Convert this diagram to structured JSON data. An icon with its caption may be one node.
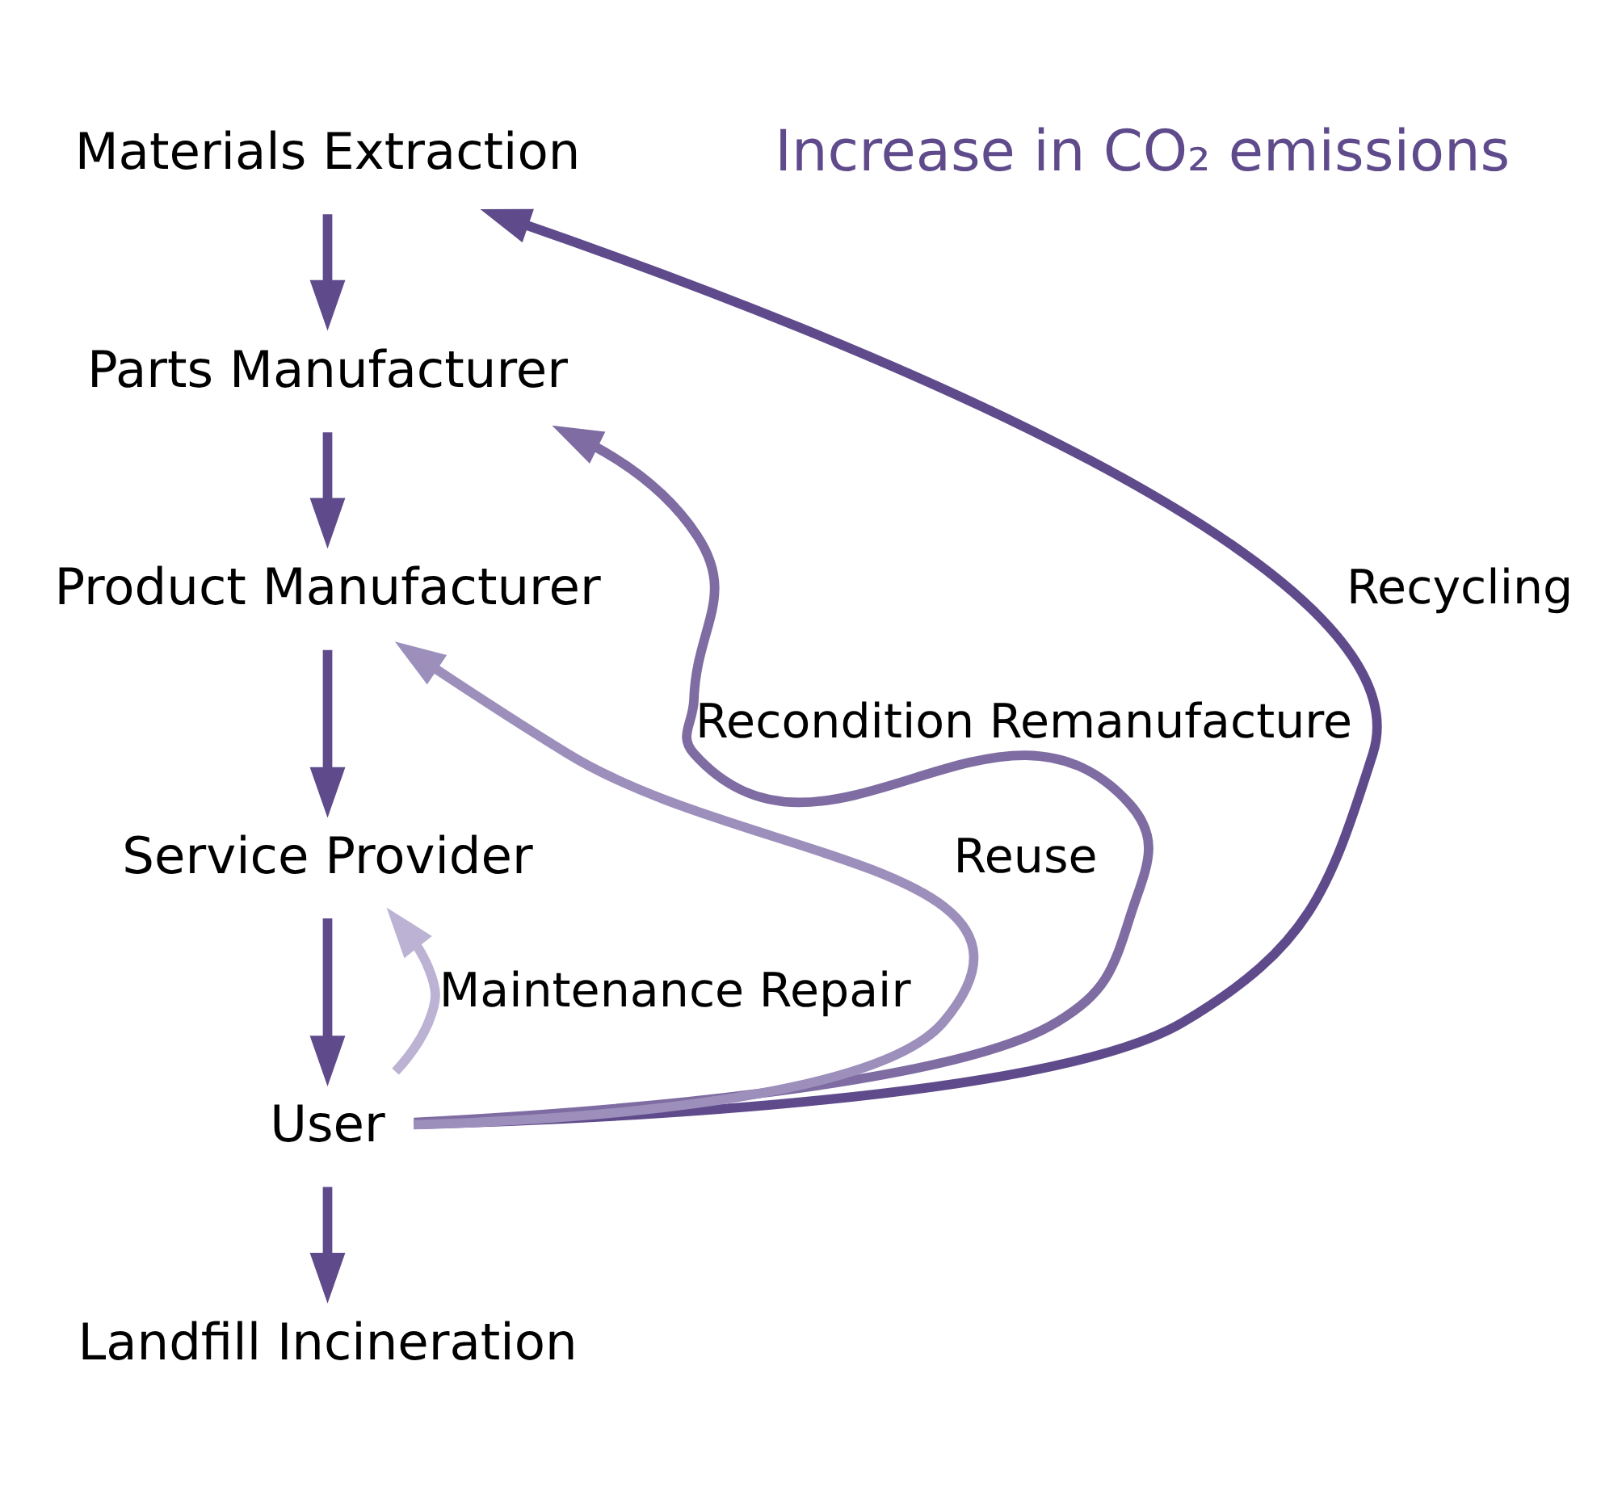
{
  "diagram": {
    "nodes": [
      {
        "text": [
          "Materials Extraction"
        ]
      },
      {
        "text": [
          "Parts Manufacturer"
        ]
      },
      {
        "text": [
          "Product Manufacturer"
        ]
      },
      {
        "text": [
          "Service Provider"
        ]
      },
      {
        "text": [
          "User"
        ]
      },
      {
        "text": [
          "Landfill Incineration"
        ]
      }
    ],
    "edges": [
      {
        "from": 0,
        "to": 1,
        "arrow": "to"
      },
      {
        "from": 1,
        "to": 2,
        "arrow": "to"
      },
      {
        "from": 2,
        "to": 3,
        "arrow": "to"
      },
      {
        "from": 3,
        "to": 4,
        "arrow": "to"
      },
      {
        "from": 4,
        "to": 5,
        "arrow": "to"
      },
      {
        "from": 4,
        "to": 3,
        "arrow": "to",
        "label": "Maintenance Repair",
        "color": "#bcb2d3"
      },
      {
        "from": 4,
        "to": 2,
        "arrow": "to",
        "label": "Reuse",
        "color": "#9d8fbb"
      },
      {
        "from": 4,
        "to": 1,
        "arrow": "to",
        "label": "Recondition Remanufacture",
        "color": "#7e6ca2"
      },
      {
        "from": 4,
        "to": 0,
        "arrow": "to",
        "label": "Recycling"
      }
    ],
    "labels": [
      "Increase in CO₂ emissions"
    ]
  }
}
